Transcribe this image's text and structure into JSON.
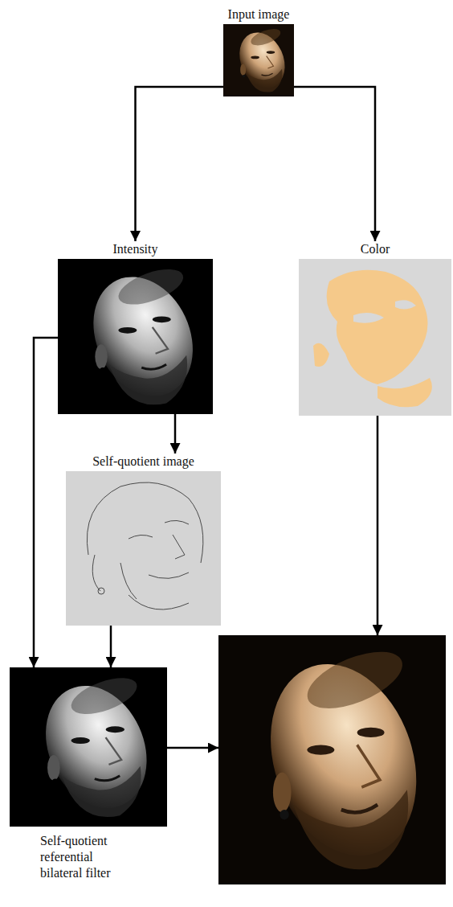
{
  "diagram": {
    "nodes": [
      {
        "text": [
          "Input image"
        ]
      },
      {
        "text": [
          "Intensity"
        ]
      },
      {
        "text": [
          "Color"
        ]
      },
      {
        "text": [
          "Self-quotient image"
        ]
      },
      {
        "text": [
          "Self-quotient referential bilateral filter"
        ]
      },
      {
        "text": []
      }
    ],
    "edges": [
      {
        "from": 0,
        "to": 1,
        "arrow": "to"
      },
      {
        "from": 0,
        "to": 2,
        "arrow": "to"
      },
      {
        "from": 1,
        "to": 3,
        "arrow": "to"
      },
      {
        "from": 1,
        "to": 4,
        "arrow": "to"
      },
      {
        "from": 3,
        "to": 4,
        "arrow": "to"
      },
      {
        "from": 2,
        "to": 5,
        "arrow": "to"
      },
      {
        "from": 4,
        "to": 5,
        "arrow": "to"
      }
    ]
  }
}
